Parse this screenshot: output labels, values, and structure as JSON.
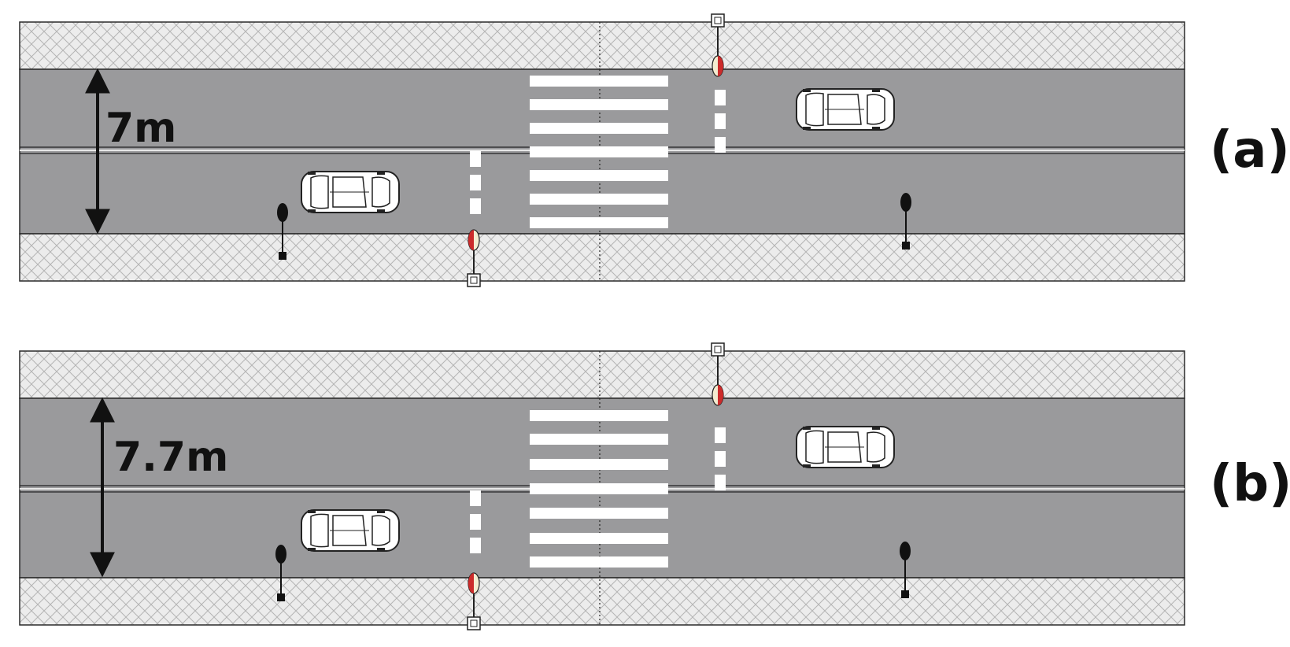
{
  "colors": {
    "road": "#9a9a9c",
    "sidewalk": "#ececec",
    "hatch": "#b4b4b4",
    "outline": "#2a2a2a",
    "marking": "#ffffff",
    "car_body": "#ffffff",
    "car_line": "#222222",
    "signal_red": "#cc2b2b",
    "signal_cream": "#f4ecd0"
  },
  "panels": [
    {
      "label": "(a)",
      "road_width": "7m",
      "elements": [
        "sidewalk-top",
        "sidewalk-bottom",
        "lane-divider",
        "zebra-crossing",
        "stop-lines",
        "cars",
        "pedestrian-signals",
        "street-lamps",
        "width-arrow"
      ]
    },
    {
      "label": "(b)",
      "road_width": "7.7m",
      "elements": [
        "sidewalk-top",
        "sidewalk-bottom",
        "lane-divider",
        "zebra-crossing",
        "stop-lines",
        "cars",
        "pedestrian-signals",
        "street-lamps",
        "width-arrow"
      ]
    }
  ],
  "icons": {
    "car": "car-icon",
    "lamp": "street-lamp-icon",
    "signal": "pedestrian-signal-icon"
  }
}
